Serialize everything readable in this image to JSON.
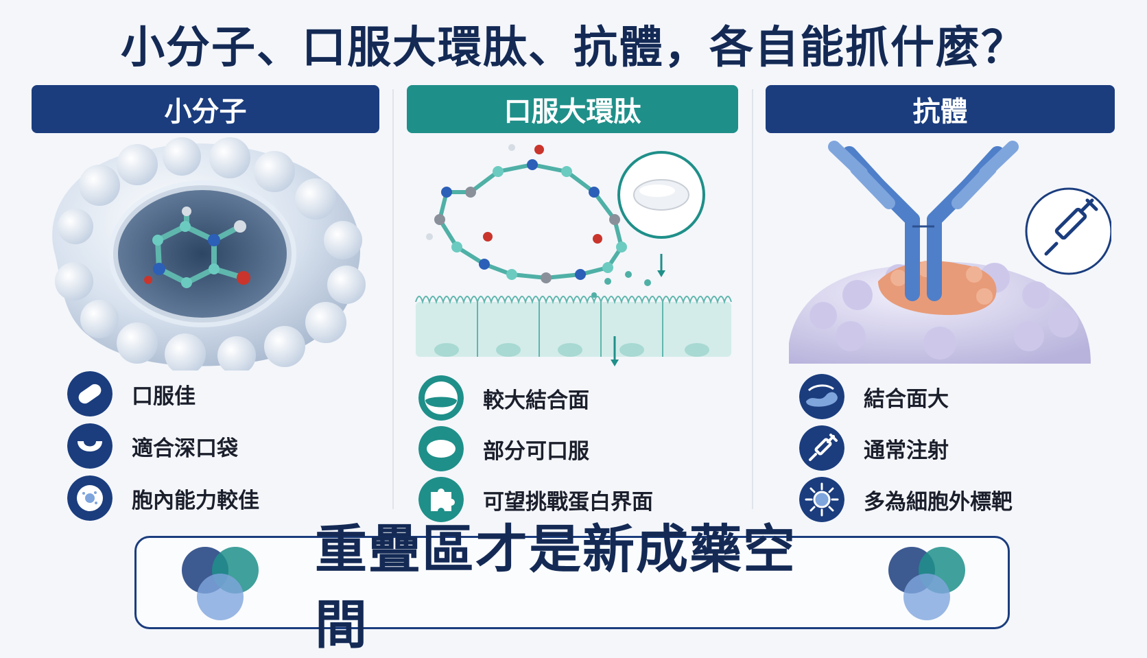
{
  "title": "小分子、口服大環肽、抗體，各自能抓什麼？",
  "colors": {
    "navy": "#1b3d7e",
    "teal": "#1f8f89",
    "text": "#1b1f2b"
  },
  "columns": [
    {
      "header": "小分子",
      "features": [
        {
          "icon": "pill-icon",
          "label": "口服佳"
        },
        {
          "icon": "deep-pocket-icon",
          "label": "適合深口袋"
        },
        {
          "icon": "cell-icon",
          "label": "胞內能力較佳"
        }
      ]
    },
    {
      "header": "口服大環肽",
      "features": [
        {
          "icon": "binding-surface-icon",
          "label": "較大結合面"
        },
        {
          "icon": "tablet-icon",
          "label": "部分可口服"
        },
        {
          "icon": "puzzle-icon",
          "label": "可望挑戰蛋白界面"
        }
      ]
    },
    {
      "header": "抗體",
      "features": [
        {
          "icon": "large-surface-icon",
          "label": "結合面大"
        },
        {
          "icon": "syringe-icon",
          "label": "通常注射"
        },
        {
          "icon": "extracellular-target-icon",
          "label": "多為細胞外標靶"
        }
      ]
    }
  ],
  "footer": {
    "label": "重疊區才是新成藥空間"
  }
}
